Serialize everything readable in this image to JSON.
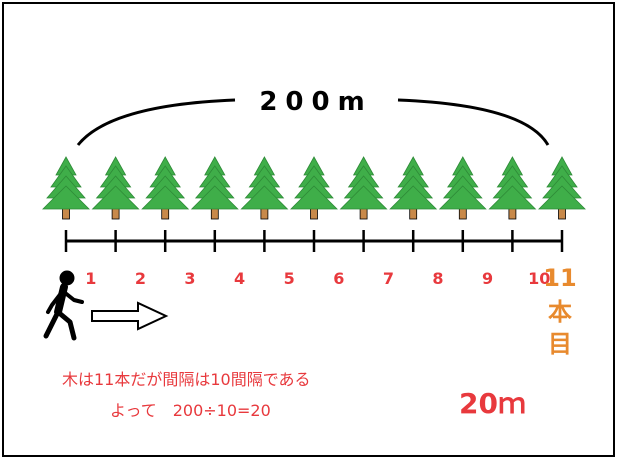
{
  "title": "200m",
  "tree_count": 11,
  "interval_labels": [
    "1",
    "2",
    "3",
    "4",
    "5",
    "6",
    "7",
    "8",
    "9",
    "10"
  ],
  "last_tree": {
    "number": "11",
    "chars": [
      "本",
      "目"
    ]
  },
  "explanation": {
    "line1": "木は11本だが間隔は10間隔である",
    "line2": "よって　200÷10=20"
  },
  "answer": "20ｍ",
  "icons": {
    "walker": "walking-person-icon",
    "arrow": "right-arrow-icon",
    "tree": "tree-icon"
  },
  "colors": {
    "red": "#e8393d",
    "orange": "#e88a2e",
    "tree_green": "#3fae49",
    "trunk": "#c8894a"
  }
}
